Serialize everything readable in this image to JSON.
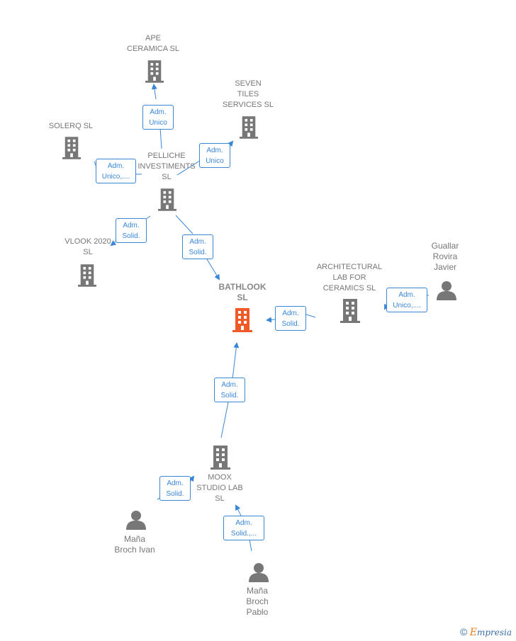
{
  "nodes": {
    "ape": "APE\nCERAMICA SL",
    "seven": "SEVEN\nTILES\nSERVICES SL",
    "solerq": "SOLERQ  SL",
    "pelliche": "PELLICHE\nINVESTIMENTS\nSL",
    "vlook": "VLOOK 2020\nSL",
    "bathlook": "BATHLOOK\nSL",
    "architectural": "ARCHITECTURAL\nLAB FOR\nCERAMICS  SL",
    "guallar": "Guallar\nRovira\nJavier",
    "moox": "MOOX\nSTUDIO LAB\nSL",
    "ivan": "Maña\nBroch Ivan",
    "pablo": "Maña\nBroch\nPablo"
  },
  "edges": {
    "e1": [
      "Adm.",
      "Unico"
    ],
    "e2": [
      "Adm.",
      "Unico"
    ],
    "e3": [
      "Adm.",
      "Unico,...."
    ],
    "e4": [
      "Adm.",
      "Solid."
    ],
    "e5": [
      "Adm.",
      "Solid."
    ],
    "e6": [
      "Adm.",
      "Solid."
    ],
    "e7": [
      "Adm.",
      "Unico,...."
    ],
    "e8": [
      "Adm.",
      "Solid."
    ],
    "e9": [
      "Adm.",
      "Solid."
    ],
    "e10": [
      "Adm.",
      "Solid.,..."
    ]
  },
  "colors": {
    "company": "#777777",
    "focus_company": "#f05a28",
    "edge": "#3a86d6",
    "person": "#777777"
  },
  "footer": {
    "copyright": "©",
    "brand_e": "E",
    "brand_rest": "mpresia"
  }
}
